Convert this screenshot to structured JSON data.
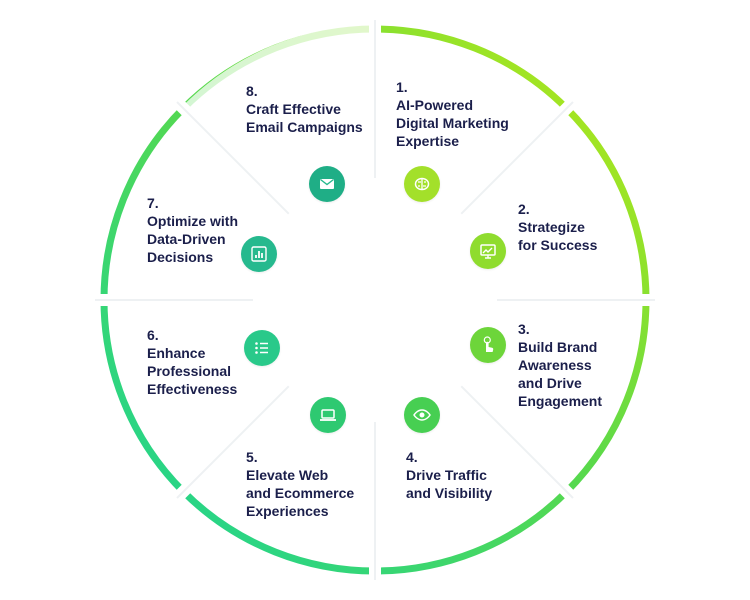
{
  "segments": [
    {
      "number": "1.",
      "lines": [
        "AI-Powered",
        "Digital Marketing",
        "Expertise"
      ],
      "icon": "brain-icon",
      "color": "#a3e02a"
    },
    {
      "number": "2.",
      "lines": [
        "Strategize",
        "for Success"
      ],
      "icon": "presentation-chart-icon",
      "color": "#8fdc2e"
    },
    {
      "number": "3.",
      "lines": [
        "Build Brand",
        "Awareness",
        "and Drive",
        "Engagement"
      ],
      "icon": "tap-hand-icon",
      "color": "#6dd53a"
    },
    {
      "number": "4.",
      "lines": [
        "Drive Traffic",
        "and Visibility"
      ],
      "icon": "eye-icon",
      "color": "#47cf52"
    },
    {
      "number": "5.",
      "lines": [
        "Elevate Web",
        "and Ecommerce",
        "Experiences"
      ],
      "icon": "laptop-icon",
      "color": "#2ec971"
    },
    {
      "number": "6.",
      "lines": [
        "Enhance",
        "Professional",
        "Effectiveness"
      ],
      "icon": "list-icon",
      "color": "#29c98a"
    },
    {
      "number": "7.",
      "lines": [
        "Optimize with",
        "Data-Driven",
        "Decisions"
      ],
      "icon": "bar-chart-icon",
      "color": "#26b98e"
    },
    {
      "number": "8.",
      "lines": [
        "Craft Effective",
        "Email Campaigns"
      ],
      "icon": "envelope-icon",
      "color": "#1fae86"
    }
  ],
  "colors": {
    "ring_start": "#b2e619",
    "ring_end": "#18d6a4",
    "text": "#1b1f4b"
  }
}
